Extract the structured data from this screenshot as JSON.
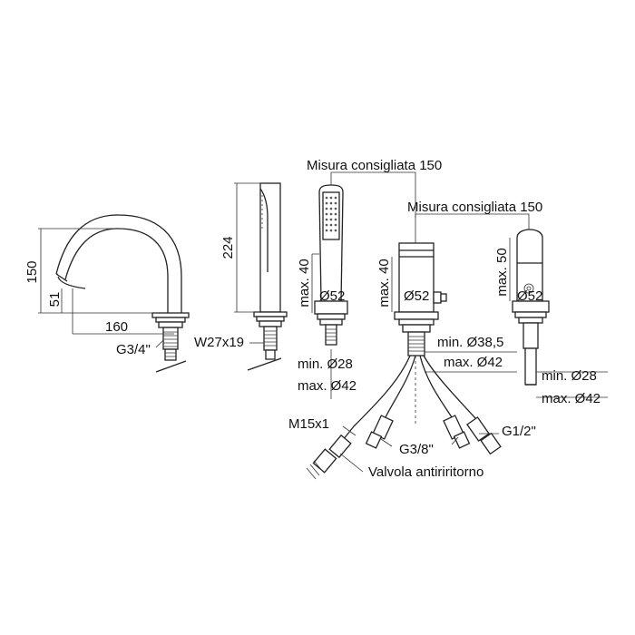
{
  "labels": {
    "spout_height": "150",
    "spout_base": "51",
    "spout_reach": "160",
    "spout_thread": "G3/4\"",
    "holder_height": "224",
    "holder_thread": "W27x19",
    "shower_max": "max. 40",
    "shower_dia": "Ø52",
    "shower_min_hole": "min. Ø28",
    "shower_max_hole": "max. Ø42",
    "distance_top": "Misura consigliata 150",
    "mixer_max": "max. 40",
    "mixer_dia": "Ø52",
    "distance_mid": "Misura consigliata 150",
    "mixer_min_hole": "min. Ø38,5",
    "mixer_max_hole": "max. Ø42",
    "lever_max": "max. 50",
    "lever_dia": "Ø52",
    "lever_min_hole": "min. Ø28",
    "lever_max_hole": "max. Ø42",
    "hose_m15": "M15x1",
    "hose_g38": "G3/8\"",
    "hose_g12": "G1/2\"",
    "valve_label": "Valvola antiriritorno"
  }
}
